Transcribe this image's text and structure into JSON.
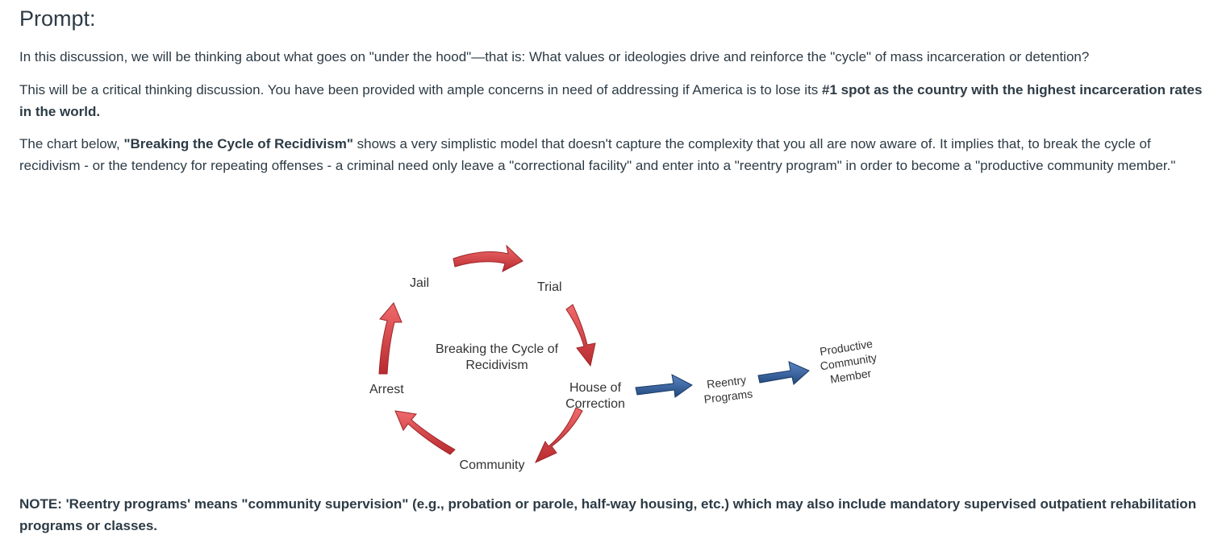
{
  "prompt": {
    "heading": "Prompt:",
    "p1": "In this discussion, we will be thinking about what goes on \"under the hood\"—that is: What values or ideologies drive and reinforce the \"cycle\" of mass incarceration or detention?",
    "p2_before": "This will be a critical thinking discussion. You have been provided with ample concerns in need of addressing if America is to lose its ",
    "p2_bold": "#1 spot as the country with the highest incarceration rates in the world.",
    "p3_before": "The chart below, ",
    "p3_bold": "\"Breaking the Cycle of Recidivism\"",
    "p3_after": " shows a very simplistic model that doesn't capture the complexity that you all are now aware of. It implies that, to break the cycle of recidivism - or the tendency for repeating offenses - a criminal need only leave a \"correctional facility\" and enter into a \"reentry program\" in order to become a \"productive community member.\"",
    "note": "NOTE: 'Reentry programs' means \"community supervision\" (e.g., probation or parole, half-way housing, etc.) which may also include mandatory supervised outpatient rehabilitation programs or classes."
  },
  "diagram": {
    "center_line1": "Breaking the Cycle of",
    "center_line2": "Recidivism",
    "jail": "Jail",
    "trial": "Trial",
    "arrest": "Arrest",
    "house_line1": "House of",
    "house_line2": "Correction",
    "community": "Community",
    "reentry_line1": "Reentry",
    "reentry_line2": "Programs",
    "productive_line1": "Productive",
    "productive_line2": "Community",
    "productive_line3": "Member",
    "colors": {
      "cycle_arrow": "#d63b3f",
      "flow_arrow": "#2e5c9e"
    }
  }
}
